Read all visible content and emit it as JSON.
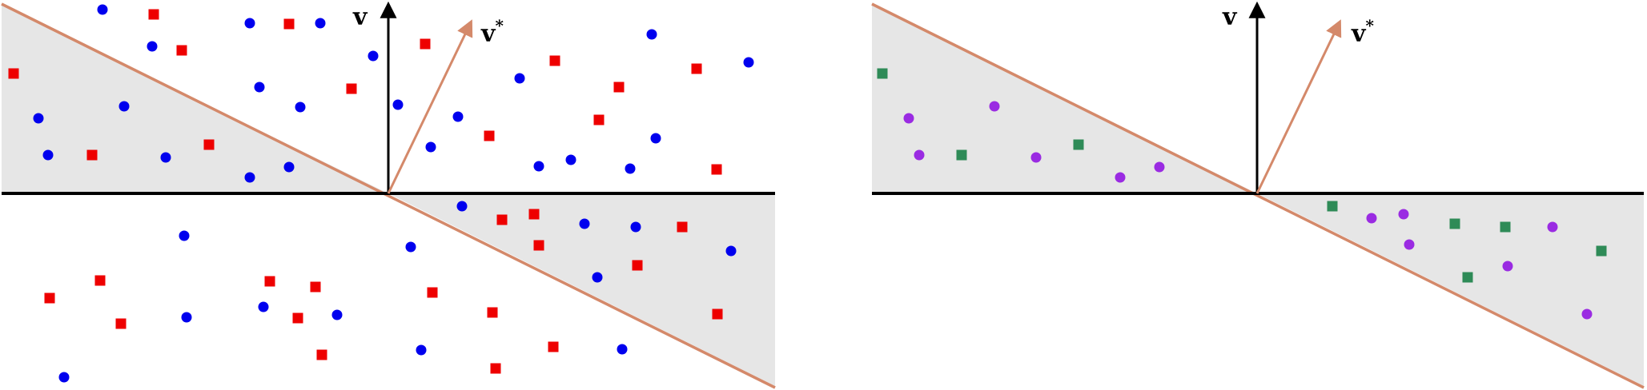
{
  "colors": {
    "shade": "#e6e6e6",
    "line": "#d4896a",
    "axis": "#000000",
    "blue_dot": "#0000ee",
    "red_square": "#ee0000",
    "purple_dot": "#9a2be2",
    "green_square": "#2e8b57"
  },
  "panels": [
    {
      "v_label": "v",
      "vstar_label": "v",
      "vstar_sup": "*",
      "circle_color": "#0000ee",
      "square_color": "#ee0000"
    },
    {
      "v_label": "v",
      "vstar_label": "v",
      "vstar_sup": "*",
      "circle_color": "#9a2be2",
      "square_color": "#2e8b57"
    }
  ]
}
